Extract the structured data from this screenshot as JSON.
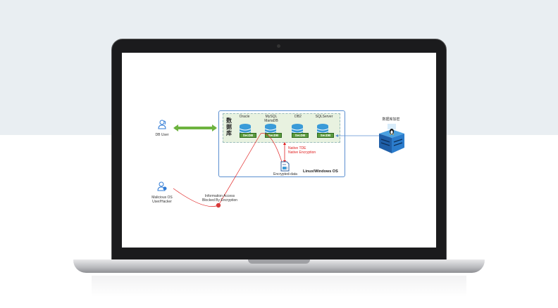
{
  "diagram": {
    "db_user": "DB User",
    "malicious_user": "Malicious OS User/Hacker",
    "blocked_label": "Information Access Blocked By Encryption",
    "db_group_label": "数据库",
    "databases": [
      {
        "name": "Oracle",
        "tag": "SecDB"
      },
      {
        "name": "MySQL MariaDB",
        "tag": "SecDB"
      },
      {
        "name": "DB2",
        "tag": "SecDB"
      },
      {
        "name": "SQLServer",
        "tag": "SecDB"
      }
    ],
    "native_label_1": "Native TDE",
    "native_label_2": "Native Encryption",
    "encrypted_data": "Encrypted-data",
    "os_label": "Linux/Windows OS",
    "server_label": "数据库加密",
    "colors": {
      "arrow_green": "#6db33f",
      "red": "#e02020",
      "blue": "#5b8fd0"
    }
  }
}
